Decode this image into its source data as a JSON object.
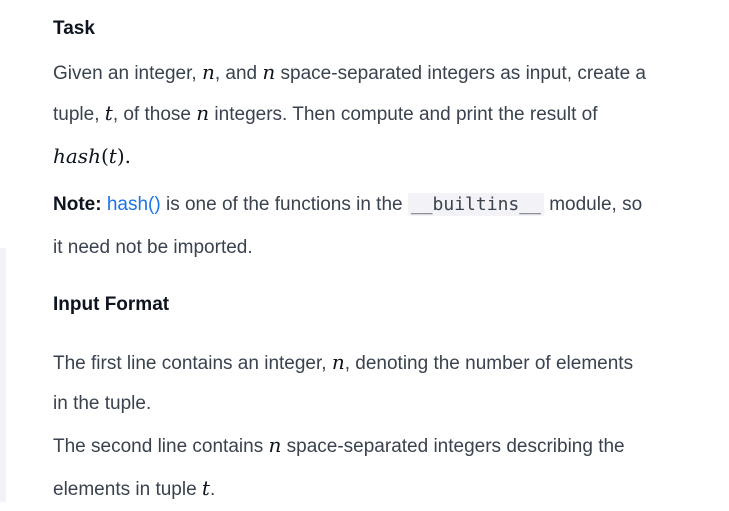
{
  "task": {
    "heading": "Task",
    "p1_a": "Given an integer, ",
    "n": "n",
    "p1_b": ", and ",
    "p1_c": " space-separated integers as input, create a",
    "p1_d": "tuple, ",
    "t": "t",
    "p1_e": ", of those ",
    "p1_f": " integers. Then compute and print the result of",
    "hash_expr": "hash",
    "hash_open": "(",
    "hash_close": ").",
    "note_label": "Note:",
    "note_link": "hash()",
    "note_a": " is one of the functions in the ",
    "note_code": "__builtins__",
    "note_b": " module, so",
    "note_c": "it need not be imported."
  },
  "input_format": {
    "heading": "Input Format",
    "l1_a": "The first line contains an integer, ",
    "l1_b": ", denoting the number of elements",
    "l1_c": "in the tuple.",
    "l2_a": "The second line contains ",
    "l2_b": " space-separated integers describing the",
    "l2_c": "elements in tuple ",
    "l2_d": "."
  }
}
